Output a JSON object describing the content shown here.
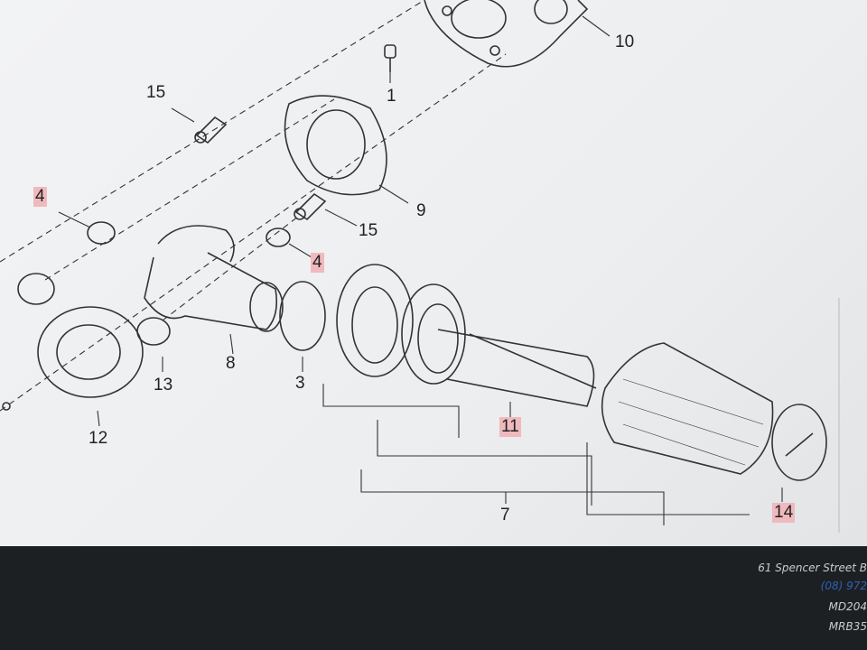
{
  "diagram": {
    "callouts": [
      {
        "id": "10",
        "label": "10",
        "highlight": false
      },
      {
        "id": "1",
        "label": "1",
        "highlight": false
      },
      {
        "id": "15a",
        "label": "15",
        "highlight": false
      },
      {
        "id": "9",
        "label": "9",
        "highlight": false
      },
      {
        "id": "4a",
        "label": "4",
        "highlight": true
      },
      {
        "id": "15b",
        "label": "15",
        "highlight": false
      },
      {
        "id": "4b",
        "label": "4",
        "highlight": true
      },
      {
        "id": "8",
        "label": "8",
        "highlight": false
      },
      {
        "id": "13",
        "label": "13",
        "highlight": false
      },
      {
        "id": "3",
        "label": "3",
        "highlight": false
      },
      {
        "id": "12",
        "label": "12",
        "highlight": false
      },
      {
        "id": "11",
        "label": "11",
        "highlight": true
      },
      {
        "id": "7",
        "label": "7",
        "highlight": false
      },
      {
        "id": "14",
        "label": "14",
        "highlight": true
      }
    ],
    "highlight_color": "#f0b9bd"
  },
  "footer": {
    "address": "61 Spencer Street B",
    "phone": "(08) 972",
    "line3": "MD204",
    "line4": "MRB35"
  }
}
